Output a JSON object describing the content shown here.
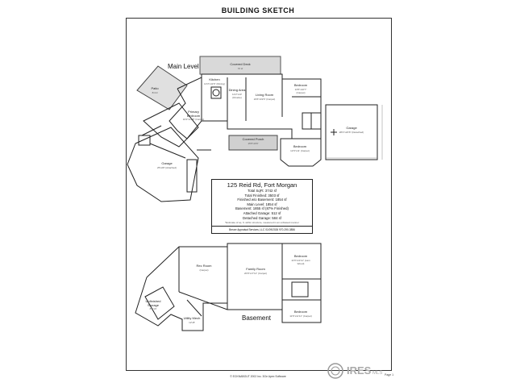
{
  "title": "BUILDING SKETCH",
  "main_level": {
    "label": "Main Level",
    "rooms": [
      {
        "name": "Patio",
        "area": "8×10"
      },
      {
        "name": "Kitchen",
        "area": "14'3\"x11'6\" (Dining)"
      },
      {
        "name": "Dining Area",
        "area": "12'2\"x10' (Dinette)"
      },
      {
        "name": "Covered Deck",
        "area": "72 sf"
      },
      {
        "name": "Living Room",
        "area": "23'6\"x19'6\" (Carpet)"
      },
      {
        "name": "Bedroom",
        "area": "13'5\"x10'7\" (Carpet)"
      },
      {
        "name": "Primary Bedroom",
        "area": "16'2\"x13'8\" (Carpet)"
      },
      {
        "name": "Garage",
        "area": "25'x28' (Attached)"
      },
      {
        "name": "Covered Porch",
        "area": "15'5\"x6'6\""
      },
      {
        "name": "Bedroom",
        "area": "12'3\"x11' (Carpet)"
      }
    ],
    "detached_garage": {
      "name": "Garage",
      "area": "28'4\"x20'6\" (Detached)"
    }
  },
  "info": {
    "address": "125 Reid Rd, Fort Morgan",
    "lines": [
      "Total SqFt: 3742 sf",
      "Total Finished: 3503 sf",
      "Finished w/o Basement: 1854 sf",
      "Main Level: 1854 sf",
      "Basement: 1855 sf (87% Finished)",
      "Attached Garage: 512 sf",
      "Detached Garage: 584 sf"
    ],
    "note": "*Estimate of sq. ft. within structure, measured in an unbiased manner",
    "credit": "Breuer Appraisal Services, LLC 01/09/2026   970-290-3856"
  },
  "basement": {
    "label": "Basement",
    "rooms": [
      {
        "name": "Rec Room",
        "area": "(Carpet)"
      },
      {
        "name": "Family Room",
        "area": "20'9\"x17'11\" (Carpet)"
      },
      {
        "name": "Bedroom",
        "area": "11'6\"x11'11\" (Lam Wood)"
      },
      {
        "name": "Unfinished Storage",
        "area": "8'6\"x6'"
      },
      {
        "name": "Utility Mech",
        "area": "12'x8'"
      },
      {
        "name": "Bedroom",
        "area": "11'6\"x11'11\" (Carpet)"
      }
    ]
  },
  "footer": "© ECKNABOUT 2002 Inc. 3Ge Apex Software",
  "logo_text": "IRES",
  "logo_sub": "MLS",
  "page": "Page 1"
}
